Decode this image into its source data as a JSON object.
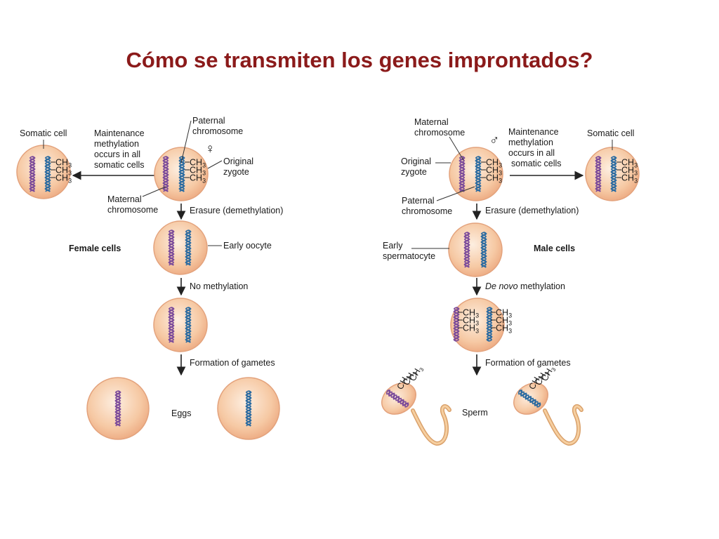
{
  "title": "Cómo se transmiten los genes improntados?",
  "colors": {
    "title": "#8b1a1a",
    "cell_fill": "#f6c9a4",
    "cell_edge": "#e3a27c",
    "maternal_chromosome": "#7b4a9a",
    "paternal_chromosome": "#2a6aa0"
  },
  "female": {
    "somatic_cell": "Somatic cell",
    "maintenance": [
      "Maintenance",
      "methylation",
      "occurs in all",
      "somatic cells"
    ],
    "paternal": [
      "Paternal",
      "chromosome"
    ],
    "maternal": [
      "Maternal",
      "chromosome"
    ],
    "original_zygote": [
      "Original",
      "zygote"
    ],
    "sex_symbol": "♀",
    "erasure": "Erasure (demethylation)",
    "early_cell": "Early oocyte",
    "cells_label": "Female cells",
    "no_methylation": "No methylation",
    "formation": "Formation of gametes",
    "gametes": "Eggs"
  },
  "male": {
    "somatic_cell": "Somatic cell",
    "maintenance": [
      "Maintenance",
      "methylation",
      "occurs in all",
      "somatic cells"
    ],
    "maternal": [
      "Maternal",
      "chromosome"
    ],
    "paternal": [
      "Paternal",
      "chromosome"
    ],
    "original_zygote": [
      "Original",
      "zygote"
    ],
    "sex_symbol": "♂",
    "erasure": "Erasure (demethylation)",
    "early_cell": [
      "Early",
      "spermatocyte"
    ],
    "cells_label": "Male cells",
    "de_novo_italic": "De novo",
    "de_novo_rest": " methylation",
    "formation": "Formation of gametes",
    "gametes": "Sperm"
  },
  "methyl": {
    "ch": "CH",
    "sub": "3"
  }
}
